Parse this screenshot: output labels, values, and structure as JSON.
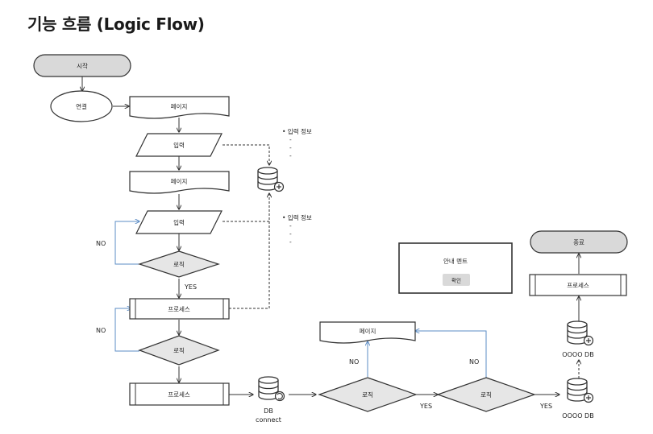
{
  "title": "기능 흐름 (Logic Flow)",
  "nodes": {
    "start": "시작",
    "connect": "연결",
    "page1": "페이지",
    "input1": "입력",
    "page2": "페이지",
    "input2": "입력",
    "logic1": "로직",
    "process1": "프로세스",
    "logic2": "로직",
    "process2": "프로세스",
    "logic3": "로직",
    "logic4": "로직",
    "page3": "페이지",
    "process3": "프로세스",
    "end": "종료"
  },
  "edge_labels": {
    "no1": "NO",
    "yes1": "YES",
    "no2": "NO",
    "no3": "NO",
    "no4": "NO",
    "yes2": "YES",
    "yes3": "YES"
  },
  "notes": {
    "input_info1": "• 입력 정보",
    "input_info2": "• 입력 정보",
    "dash": "-"
  },
  "db": {
    "db_connect_line1": "DB",
    "db_connect_line2": "connect",
    "db_a": "OOOO DB",
    "db_b": "OOOO DB"
  },
  "notice": {
    "message": "안내 멘트",
    "confirm": "확인"
  },
  "colors": {
    "stroke": "#333333",
    "terminal_fill": "#d9d9d9",
    "shape_fill": "#ffffff",
    "diamond_fill": "#e6e6e6",
    "blue_line": "#5b8cc4"
  }
}
